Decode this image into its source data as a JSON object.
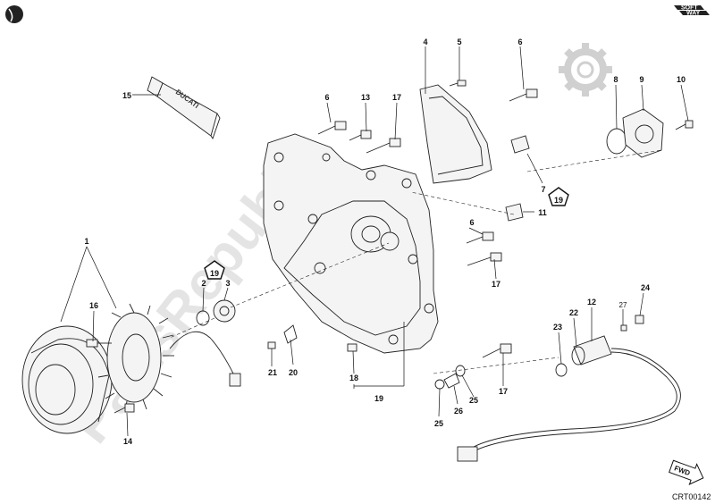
{
  "watermark": "PartsRepublik",
  "logo": {
    "top": "SOFT",
    "bottom": "WAY"
  },
  "tube_label": "DUCATI",
  "fwd_label": "FWD",
  "drawing_code": "CRT00142",
  "ref_badges": [
    {
      "text": "19"
    },
    {
      "text": "19"
    }
  ],
  "callouts": [
    {
      "text": "1"
    },
    {
      "text": "2"
    },
    {
      "text": "3"
    },
    {
      "text": "4"
    },
    {
      "text": "5"
    },
    {
      "text": "6"
    },
    {
      "text": "6"
    },
    {
      "text": "6"
    },
    {
      "text": "7"
    },
    {
      "text": "8"
    },
    {
      "text": "9"
    },
    {
      "text": "10"
    },
    {
      "text": "11"
    },
    {
      "text": "12"
    },
    {
      "text": "13"
    },
    {
      "text": "14"
    },
    {
      "text": "15"
    },
    {
      "text": "16"
    },
    {
      "text": "17"
    },
    {
      "text": "17"
    },
    {
      "text": "17"
    },
    {
      "text": "18"
    },
    {
      "text": "19"
    },
    {
      "text": "20"
    },
    {
      "text": "21"
    },
    {
      "text": "22"
    },
    {
      "text": "23"
    },
    {
      "text": "24"
    },
    {
      "text": "25"
    },
    {
      "text": "25"
    },
    {
      "text": "26"
    },
    {
      "text": "27"
    }
  ],
  "colors": {
    "ink": "#111111",
    "watermark": "#d9d9d9",
    "part_fill": "#f4f4f4"
  }
}
